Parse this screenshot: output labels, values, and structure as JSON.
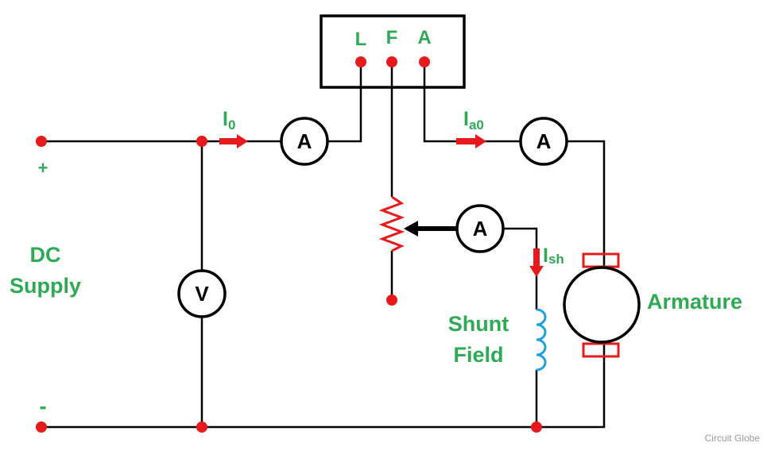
{
  "colors": {
    "wire": "#000000",
    "node": "#e8191b",
    "arrow": "#e8191b",
    "label": "#2eaa55",
    "coil": "#1ea0dc",
    "rheostat": "#e8191b",
    "brush": "#e8191b"
  },
  "starter": {
    "terminal_l": "L",
    "terminal_f": "F",
    "terminal_a": "A"
  },
  "supply": {
    "plus": "+",
    "minus": "-",
    "line1": "DC",
    "line2": "Supply"
  },
  "meters": {
    "ammeter": "A",
    "voltmeter": "V"
  },
  "currents": {
    "i0_main": "I",
    "i0_sub": "0",
    "ia0_main": "I",
    "ia0_sub": "a0",
    "ish_main": "I",
    "ish_sub": "sh"
  },
  "labels": {
    "armature": "Armature",
    "shunt_line1": "Shunt",
    "shunt_line2": "Field"
  },
  "watermark": "Circuit Globe"
}
